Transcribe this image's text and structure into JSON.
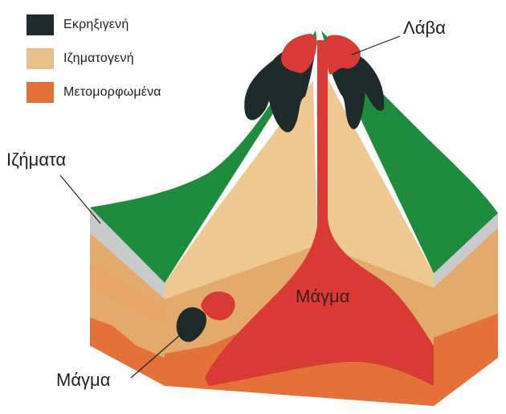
{
  "legend": {
    "items": [
      {
        "label": "Εκρηξιγενή",
        "color": "#1f2a2a"
      },
      {
        "label": "Ιζηματογενή",
        "color": "#e8c08a"
      },
      {
        "label": "Μετομορφωμένα",
        "color": "#e4703a"
      }
    ]
  },
  "labels": {
    "lava": "Λάβα",
    "sediments": "Ιζήματα",
    "magma_center": "Μάγμα",
    "magma_bottom": "Μάγμα"
  },
  "colors": {
    "igneous": "#1f2a2a",
    "sedimentary_light": "#efc891",
    "sedimentary": "#e3aa6b",
    "metamorphic": "#e4703a",
    "magma": "#d93a35",
    "surface": "#1e8c3e",
    "sediment_layer": "#c8cacc"
  }
}
